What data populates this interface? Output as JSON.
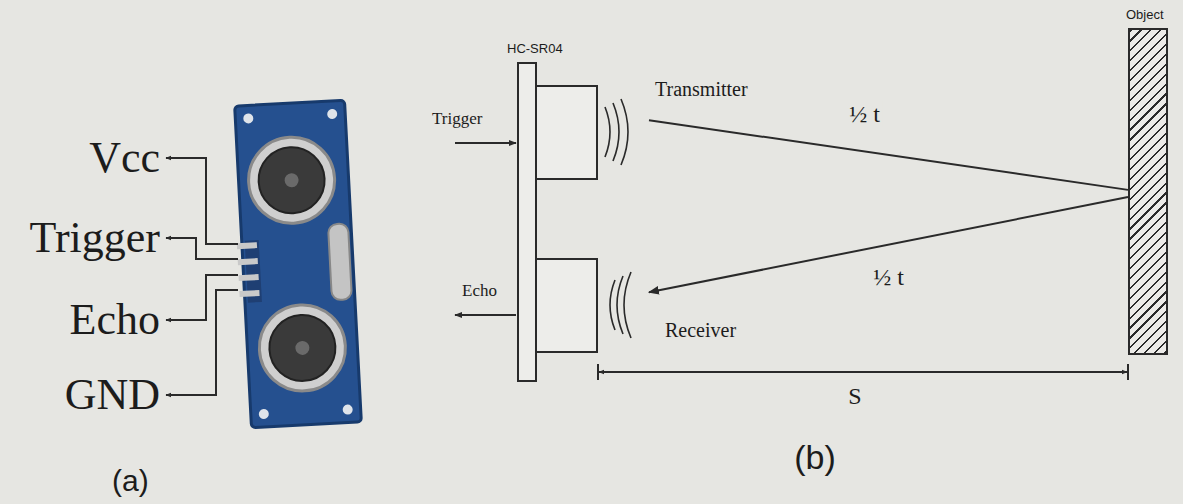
{
  "diagram": {
    "nodes": [
      {
        "text": [
          "HC-SR04"
        ]
      },
      {
        "text": [
          "Transmitter"
        ]
      },
      {
        "text": [
          "Receiver"
        ]
      },
      {
        "text": [
          "Object"
        ]
      }
    ],
    "edges": [
      {
        "from": 1,
        "to": 3,
        "label": "½ t",
        "arrow": "none"
      },
      {
        "from": 3,
        "to": 2,
        "label": "½ t",
        "arrow": "to"
      }
    ],
    "labels": [
      "Vcc",
      "Trigger",
      "Echo",
      "GND",
      "(a)",
      "Trigger",
      "Echo",
      "S",
      "(b)"
    ]
  }
}
